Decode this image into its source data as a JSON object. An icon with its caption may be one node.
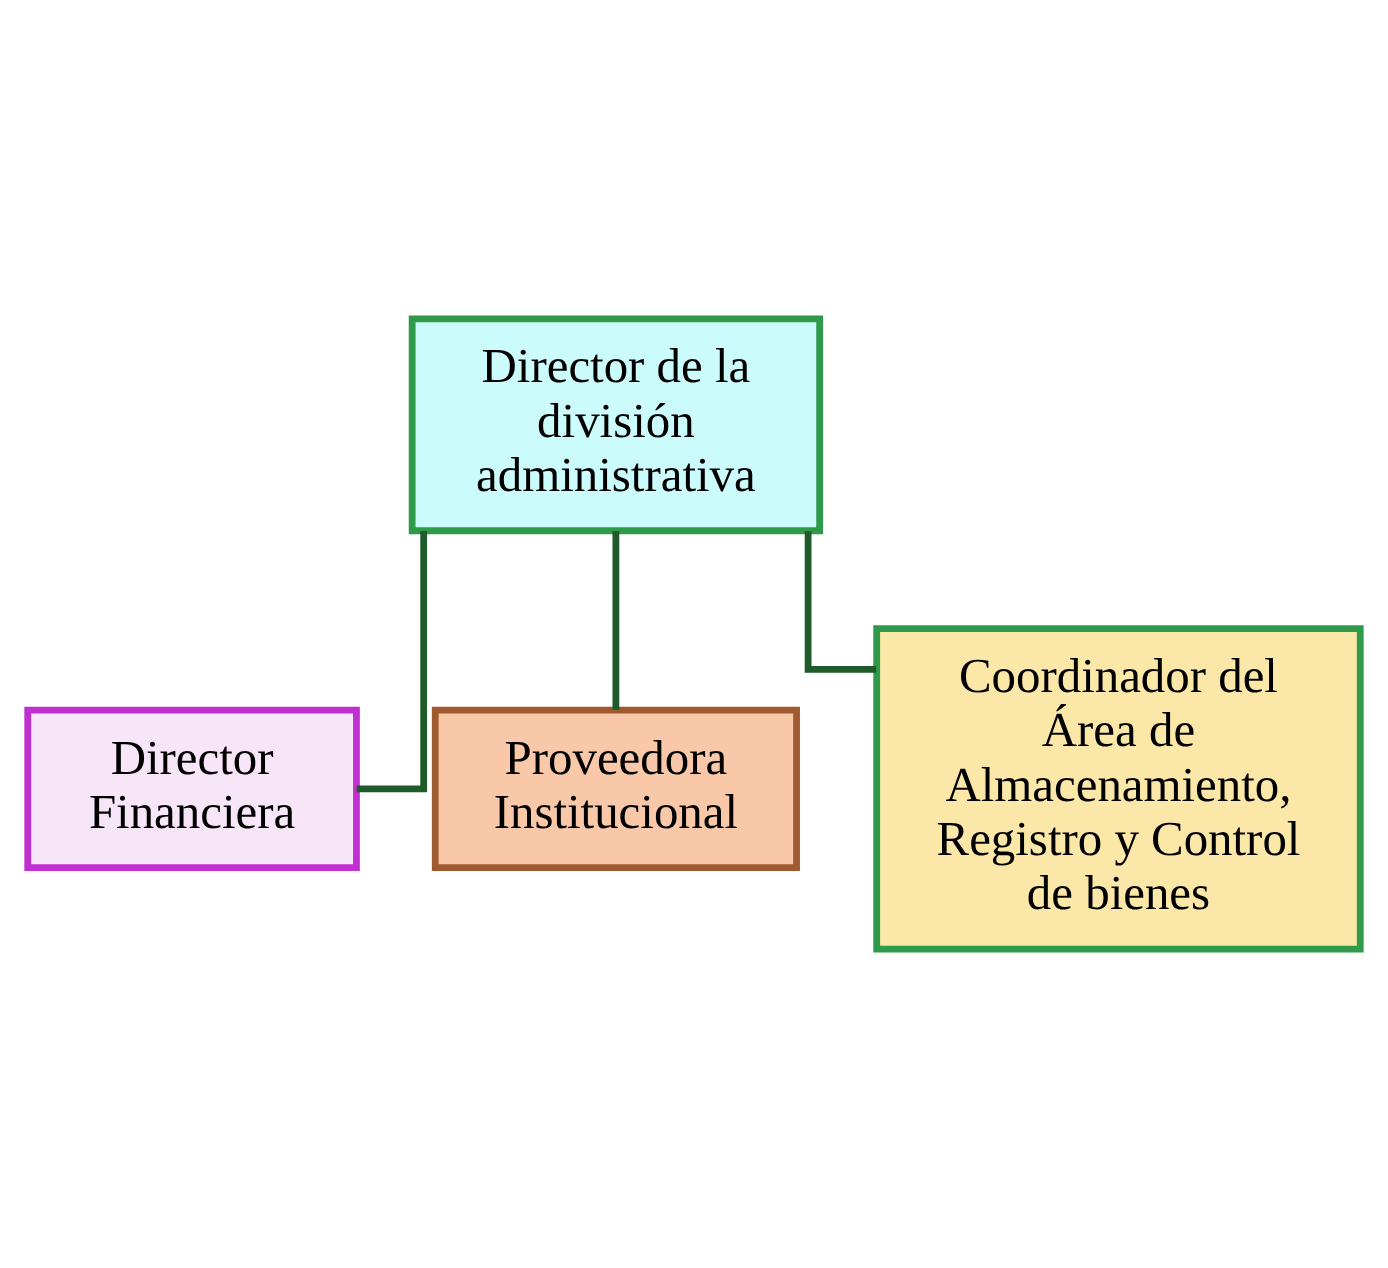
{
  "diagram": {
    "nodes": [
      {
        "text": [
          "Director de la división administrativa"
        ]
      },
      {
        "text": [
          "Director Financiera"
        ]
      },
      {
        "text": [
          "Proveedora Institucional"
        ]
      },
      {
        "text": [
          "Coordinador del Área de Almacenamiento, Registro y Control de bienes"
        ]
      }
    ],
    "edges": [
      {
        "from": 0,
        "to": 1,
        "arrow": "none"
      },
      {
        "from": 0,
        "to": 2,
        "arrow": "none"
      },
      {
        "from": 0,
        "to": 3,
        "arrow": "none"
      }
    ]
  }
}
